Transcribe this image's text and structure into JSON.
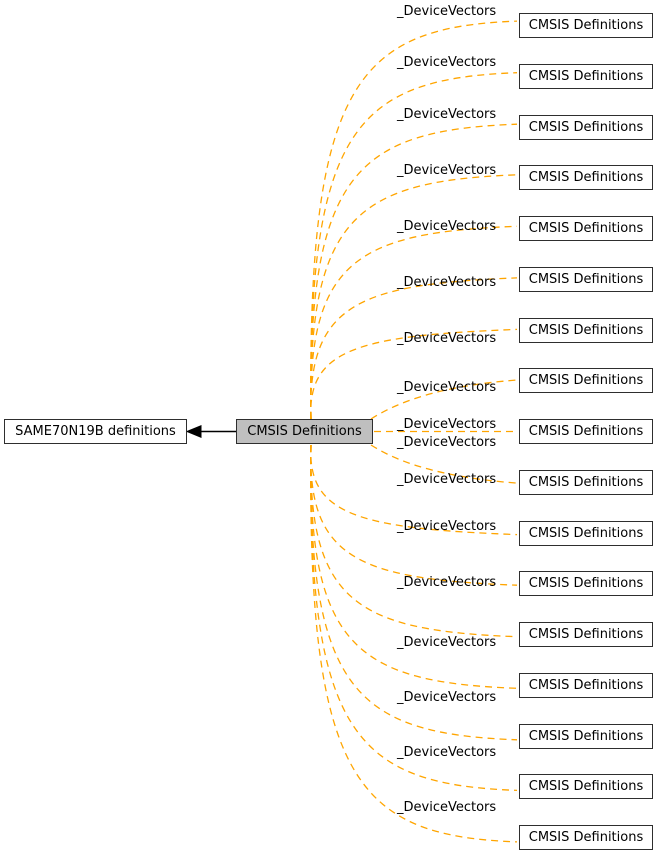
{
  "diagram": {
    "left_node": {
      "label": "SAME70N19B definitions"
    },
    "center_node": {
      "label": "CMSIS Definitions"
    },
    "right_nodes": [
      {
        "label": "CMSIS Definitions"
      },
      {
        "label": "CMSIS Definitions"
      },
      {
        "label": "CMSIS Definitions"
      },
      {
        "label": "CMSIS Definitions"
      },
      {
        "label": "CMSIS Definitions"
      },
      {
        "label": "CMSIS Definitions"
      },
      {
        "label": "CMSIS Definitions"
      },
      {
        "label": "CMSIS Definitions"
      },
      {
        "label": "CMSIS Definitions"
      },
      {
        "label": "CMSIS Definitions"
      },
      {
        "label": "CMSIS Definitions"
      },
      {
        "label": "CMSIS Definitions"
      },
      {
        "label": "CMSIS Definitions"
      },
      {
        "label": "CMSIS Definitions"
      },
      {
        "label": "CMSIS Definitions"
      },
      {
        "label": "CMSIS Definitions"
      },
      {
        "label": "CMSIS Definitions"
      }
    ],
    "edges": [
      {
        "label": "_DeviceVectors"
      },
      {
        "label": "_DeviceVectors"
      },
      {
        "label": "_DeviceVectors"
      },
      {
        "label": "_DeviceVectors"
      },
      {
        "label": "_DeviceVectors"
      },
      {
        "label": "_DeviceVectors"
      },
      {
        "label": "_DeviceVectors"
      },
      {
        "label": "_DeviceVectors"
      },
      {
        "label": "_DeviceVectors"
      },
      {
        "label": "_DeviceVectors"
      },
      {
        "label": "_DeviceVectors"
      },
      {
        "label": "_DeviceVectors"
      },
      {
        "label": "_DeviceVectors"
      },
      {
        "label": "_DeviceVectors"
      },
      {
        "label": "_DeviceVectors"
      },
      {
        "label": "_DeviceVectors"
      },
      {
        "label": "_DeviceVectors"
      }
    ],
    "colors": {
      "edge_dashed": "#ffa500",
      "edge_solid": "#000000",
      "center_node_fill": "#bfbfbf",
      "node_fill": "#ffffff",
      "node_border": "#2e2e2e",
      "text": "#000000"
    }
  }
}
